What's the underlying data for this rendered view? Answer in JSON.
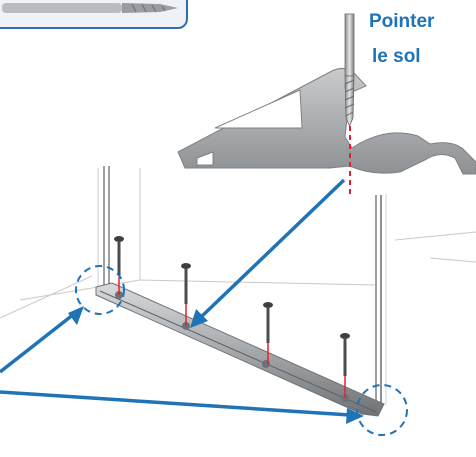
{
  "instruction": {
    "line1": "Pointer",
    "line2": "le sol"
  },
  "colors": {
    "accent_blue": "#1f73b7",
    "profile_grey": "#9ea1a4",
    "drill_marker": "#e5202e",
    "frame_border": "#2f6fb0",
    "panel_fill": "#eef2f6"
  },
  "icons": [
    "drill-bit-icon",
    "screwdriver-thumbnail",
    "screw-icon",
    "detail-circle-icon",
    "pointer-arrow-icon"
  ]
}
